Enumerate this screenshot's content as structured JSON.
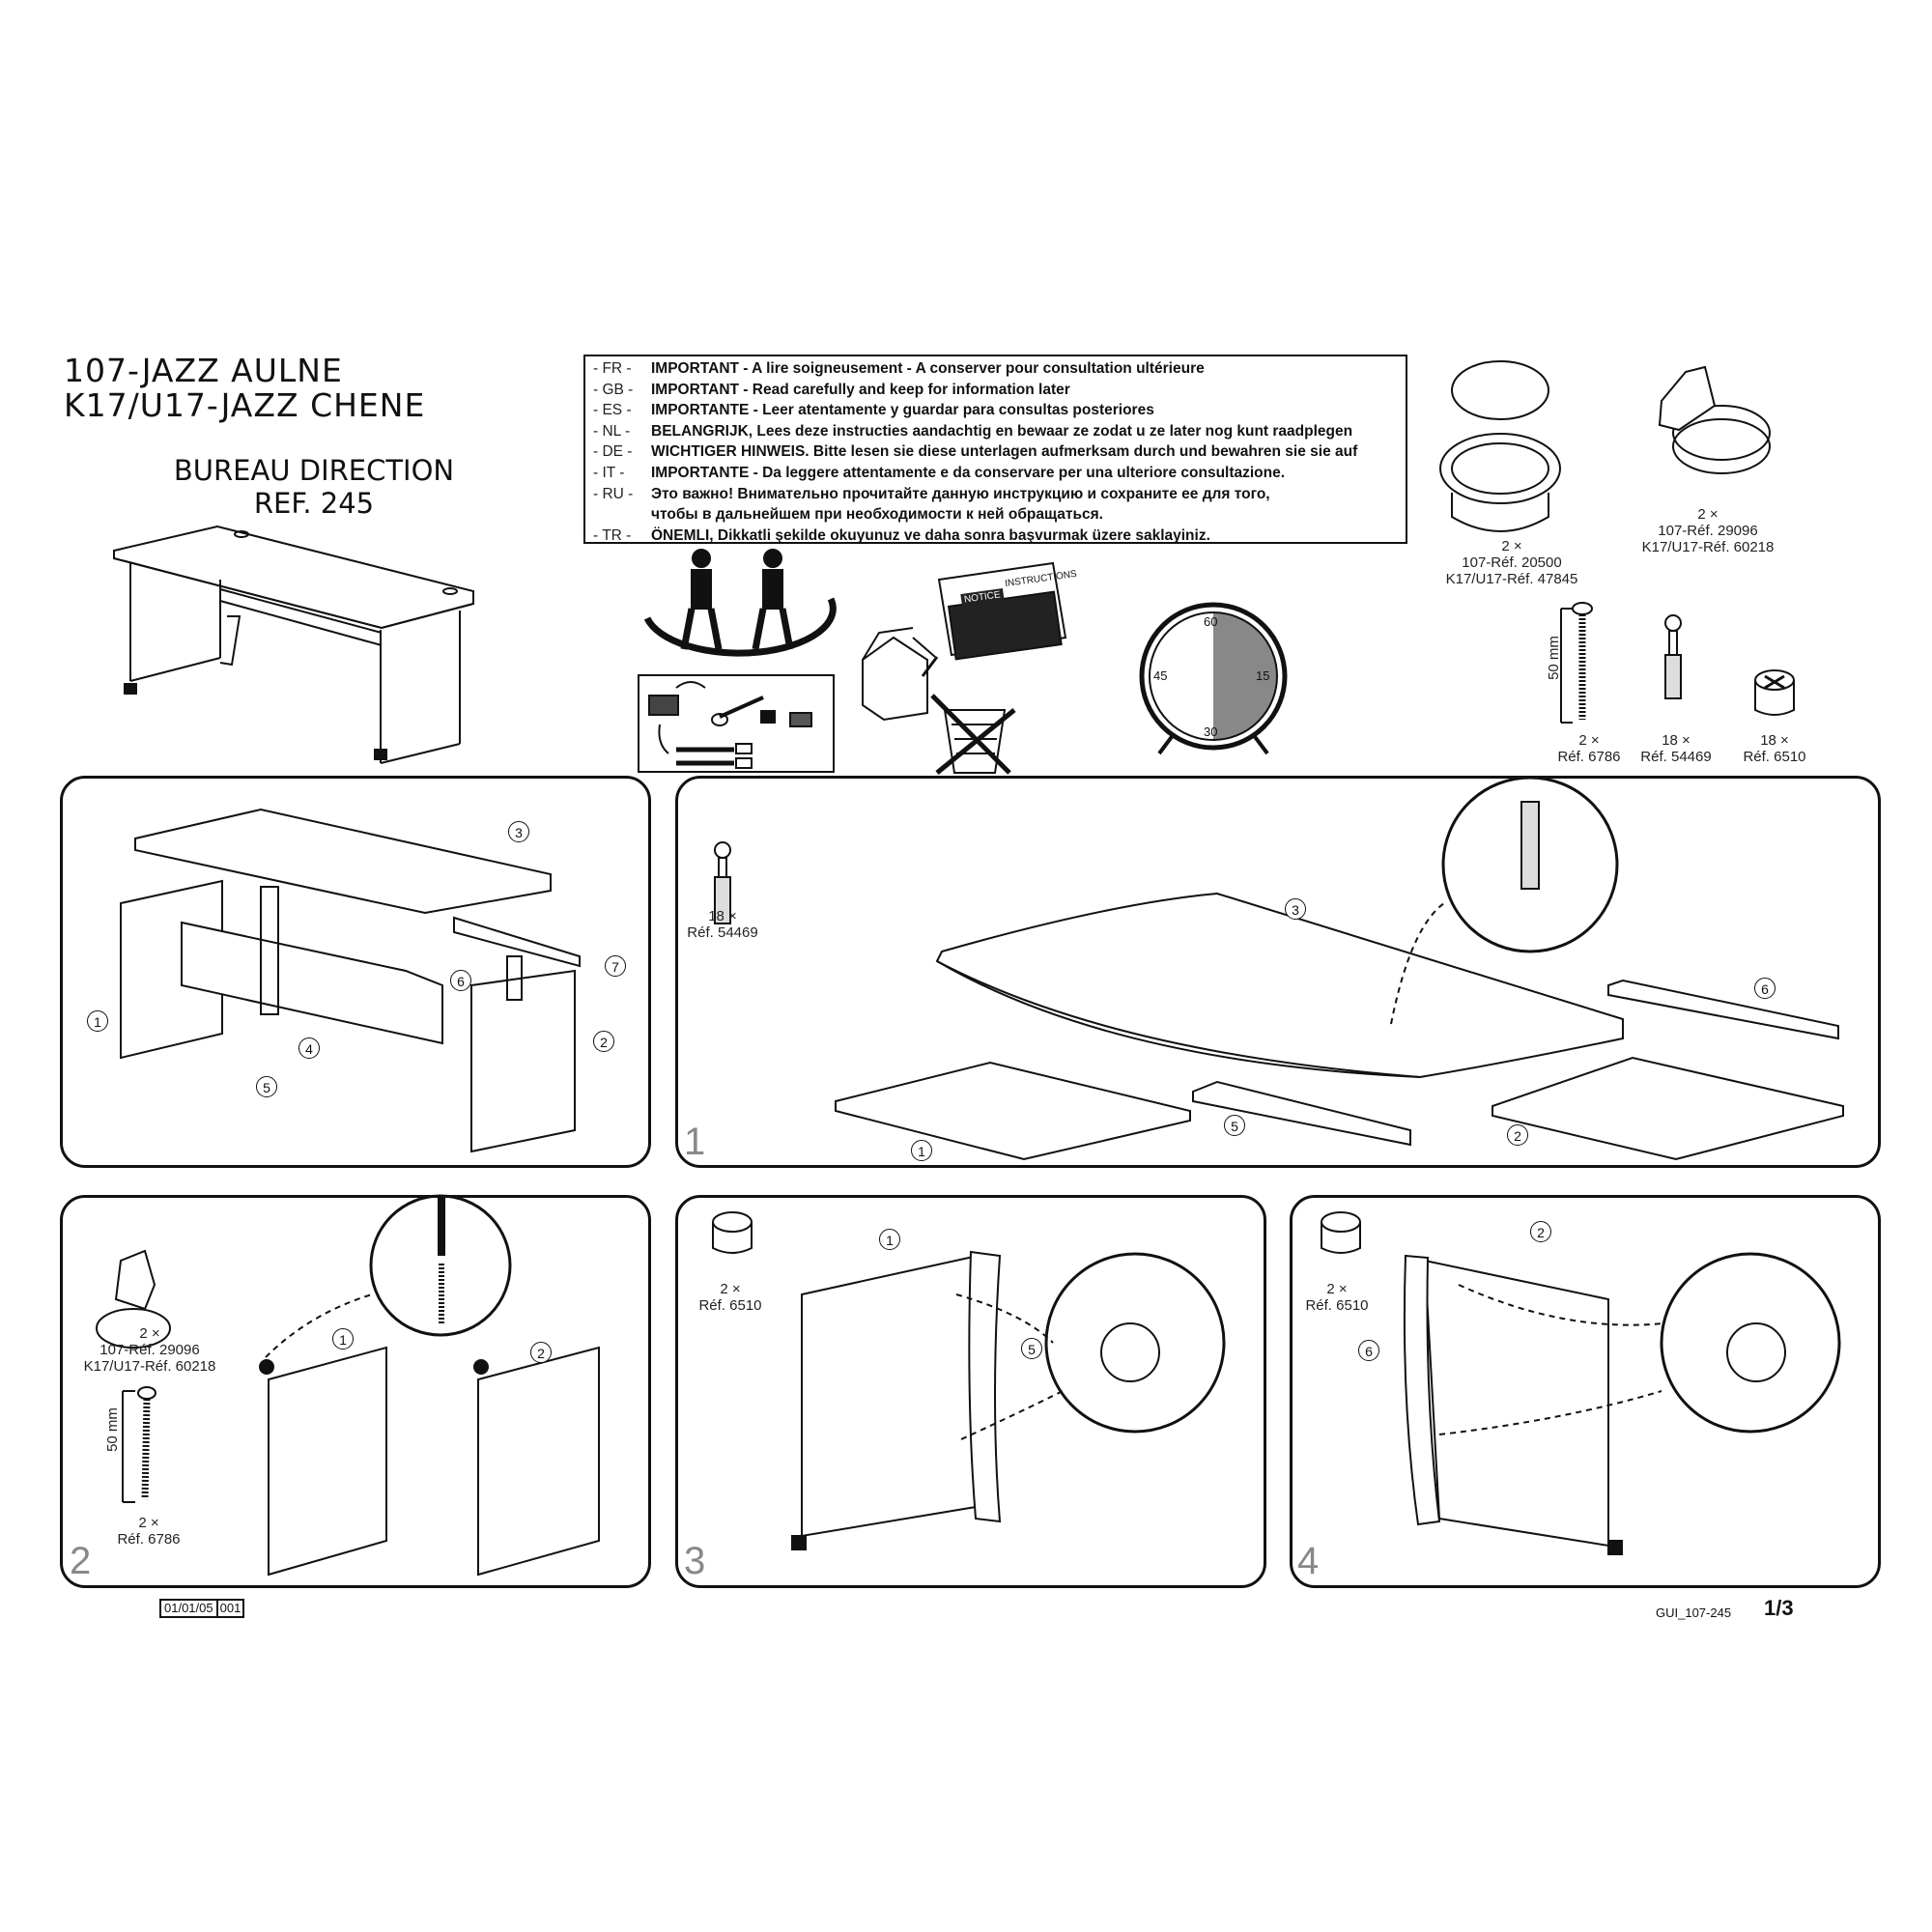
{
  "header": {
    "title_line1": "107-JAZZ AULNE",
    "title_line2": "K17/U17-JAZZ CHENE",
    "product_name": "BUREAU DIRECTION",
    "product_ref": "REF. 245"
  },
  "notice": [
    {
      "code": "- FR -",
      "text": "IMPORTANT - A lire soigneusement - A conserver pour consultation ultérieure"
    },
    {
      "code": "- GB -",
      "text": "IMPORTANT - Read carefully and keep for information later"
    },
    {
      "code": "- ES -",
      "text": "IMPORTANTE - Leer atentamente y guardar para consultas posteriores"
    },
    {
      "code": "- NL -",
      "text": "BELANGRIJK, Lees deze instructies aandachtig en bewaar ze zodat u ze later nog kunt raadplegen"
    },
    {
      "code": "- DE -",
      "text": "WICHTIGER HINWEIS. Bitte lesen sie diese unterlagen aufmerksam durch und bewahren sie sie auf"
    },
    {
      "code": "-  IT  -",
      "text": "IMPORTANTE - Da leggere attentamente e da conservare per una ulteriore consultazione."
    },
    {
      "code": "- RU -",
      "text": "Это важно! Внимательно прочитайте данную инструкцию и сохраните ее для того,"
    },
    {
      "code": "",
      "text": "чтобы в дальнейшем при необходимости к ней обращаться."
    },
    {
      "code": "- TR -",
      "text": "ÖNEMLI, Dikkatli şekilde okuyunuz ve daha sonra başvurmak üzere saklayiniz."
    }
  ],
  "icons": {
    "notice_sheet": [
      "NOTICE",
      "INSTRUCTIONS"
    ],
    "clock": [
      "60",
      "15",
      "30",
      "45"
    ]
  },
  "hardware": {
    "grommet": {
      "qty": "2 ×",
      "ref1": "107-Réf. 20500",
      "ref2": "K17/U17-Réf. 47845"
    },
    "leveler": {
      "qty": "2 ×",
      "ref1": "107-Réf. 29096",
      "ref2": "K17/U17-Réf. 60218"
    },
    "screw": {
      "qty": "2 ×",
      "ref": "Réf. 6786",
      "length": "50 mm"
    },
    "dowel": {
      "qty": "18 ×",
      "ref": "Réf. 54469"
    },
    "cam": {
      "qty": "18 ×",
      "ref": "Réf. 6510"
    }
  },
  "overview": {
    "callouts": [
      "3",
      "7",
      "6",
      "1",
      "4",
      "2",
      "5"
    ]
  },
  "steps": [
    {
      "number": "1",
      "part_qty": "18 ×",
      "part_ref": "Réf. 54469",
      "callouts": [
        "3",
        "6",
        "5",
        "1",
        "2"
      ]
    },
    {
      "number": "2",
      "part_qty": "2 ×",
      "part_ref1": "107-Réf. 29096",
      "part_ref2": "K17/U17-Réf. 60218",
      "screw_qty": "2 ×",
      "screw_ref": "Réf. 6786",
      "screw_length": "50 mm",
      "callouts": [
        "1",
        "2"
      ]
    },
    {
      "number": "3",
      "part_qty": "2 ×",
      "part_ref": "Réf. 6510",
      "callouts": [
        "1",
        "5"
      ]
    },
    {
      "number": "4",
      "part_qty": "2 ×",
      "part_ref": "Réf. 6510",
      "callouts": [
        "2",
        "6"
      ]
    }
  ],
  "footer": {
    "date": "01/01/05",
    "rev": "001",
    "doc_code": "GUI_107-245",
    "page": "1/3"
  }
}
